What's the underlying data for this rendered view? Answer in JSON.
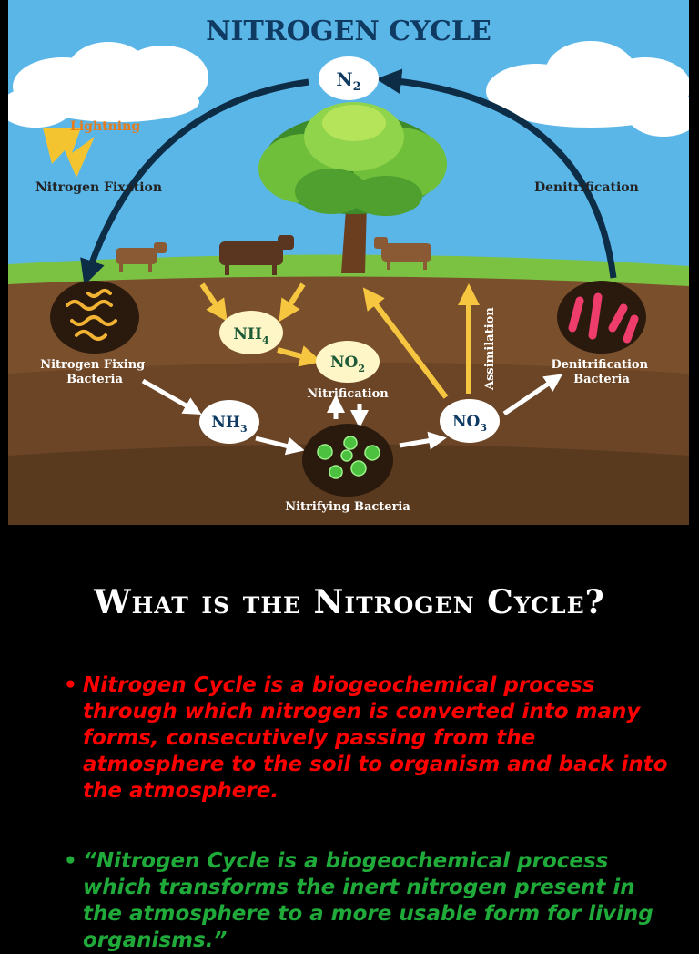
{
  "diagram": {
    "title": "NITROGEN CYCLE",
    "n2": "N",
    "n2_sub": "2",
    "lightning": "Lightning",
    "nitrogen_fixation": "Nitrogen Fixation",
    "denitrification": "Denitrification",
    "nh4": "NH",
    "nh4_sub": "4",
    "no2": "NO",
    "no2_sub": "2",
    "nh3": "NH",
    "nh3_sub": "3",
    "no3": "NO",
    "no3_sub": "3",
    "nitrification": "Nitrification",
    "assimilation": "Assimilation",
    "nitrogen_fixing_bacteria_line1": "Nitrogen Fixing",
    "nitrogen_fixing_bacteria_line2": "Bacteria",
    "denitrification_bacteria_line1": "Denitrification",
    "denitrification_bacteria_line2": "Bacteria",
    "nitrifying_bacteria": "Nitrifying Bacteria",
    "colors": {
      "sky": "#5bb6e8",
      "grass": "#7cc242",
      "soil": "#6b4526",
      "title": "#0f3b63",
      "arrow_dark": "#0d2d47",
      "arrow_yellow": "#f7c640"
    }
  },
  "slide": {
    "heading": "What is the Nitrogen Cycle?",
    "bullet_char": "•",
    "bullets": [
      "Nitrogen Cycle is a biogeochemical process through which nitrogen is converted into many forms, consecutively passing from the atmosphere to the soil to organism and back into the atmosphere.",
      "“Nitrogen Cycle is a biogeochemical process which transforms the inert nitrogen present in the atmosphere to a more usable form for living organisms.”"
    ],
    "colors": {
      "bullet1": "#ff0000",
      "bullet2": "#1faa3a"
    }
  }
}
